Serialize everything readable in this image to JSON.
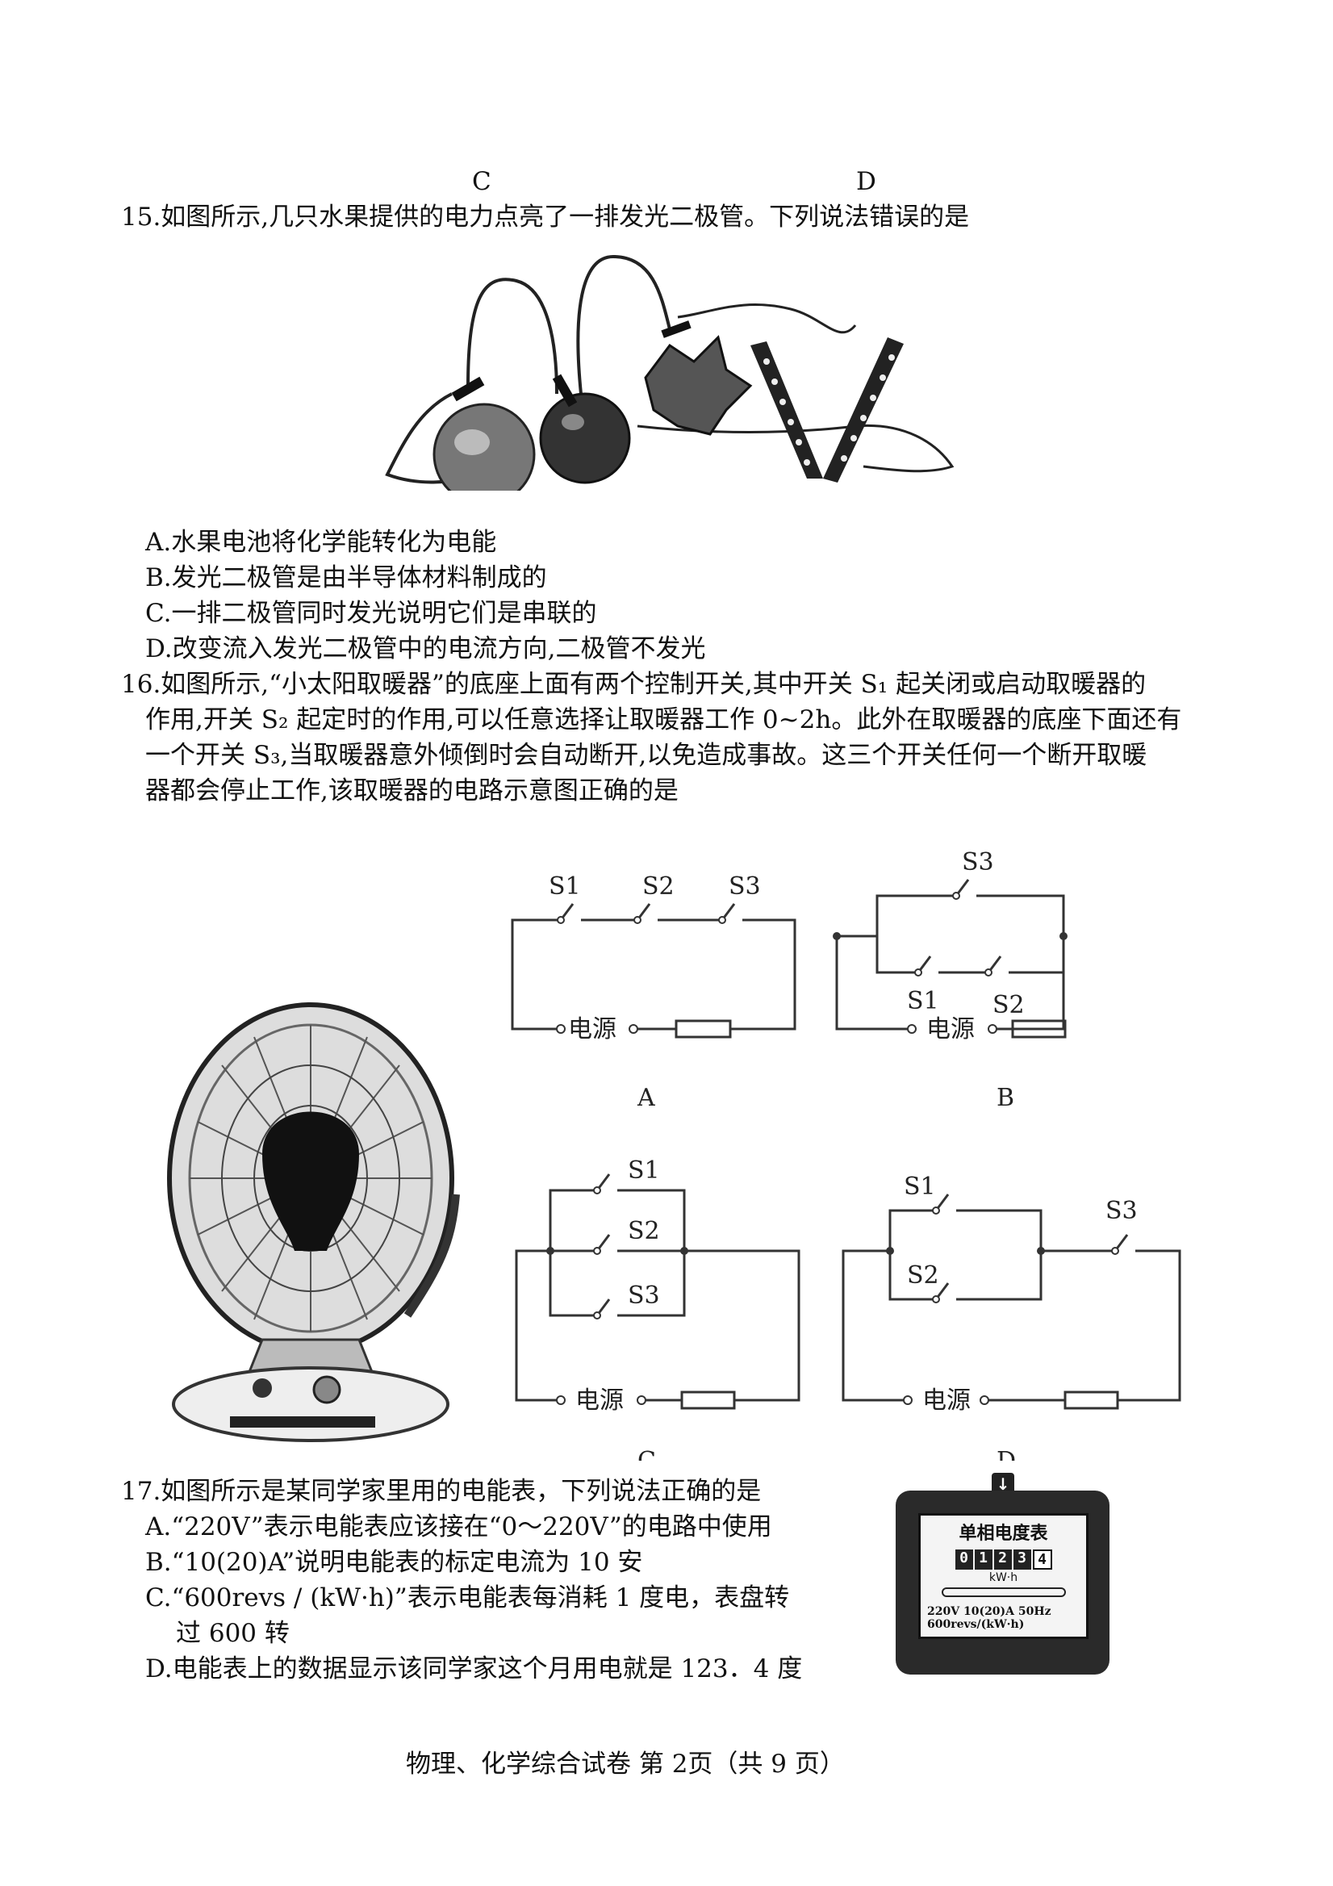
{
  "prev_labels": {
    "c": "C",
    "d": "D"
  },
  "q15": {
    "stem": "15.如图所示,几只水果提供的电力点亮了一排发光二极管。下列说法错误的是",
    "options": [
      "A.水果电池将化学能转化为电能",
      "B.发光二极管是由半导体材料制成的",
      "C.一排二极管同时发光说明它们是串联的",
      "D.改变流入发光二极管中的电流方向,二极管不发光"
    ]
  },
  "q16": {
    "lines": [
      "16.如图所示,“小太阳取暖器”的底座上面有两个控制开关,其中开关 S₁ 起关闭或启动取暖器的",
      "作用,开关 S₂ 起定时的作用,可以任意选择让取暖器工作 0~2h。此外在取暖器的底座下面还有",
      "一个开关 S₃,当取暖器意外倾倒时会自动断开,以免造成事故。这三个开关任何一个断开取暖",
      "器都会停止工作,该取暖器的电路示意图正确的是"
    ],
    "source_label": "电源",
    "switches": {
      "s1": "S1",
      "s2": "S2",
      "s3": "S3"
    },
    "circuit_labels": {
      "a": "A",
      "b": "B",
      "c": "C",
      "d": "D"
    }
  },
  "q17": {
    "stem": "17.如图所示是某同学家里用的电能表，下列说法正确的是",
    "options": [
      "A.“220V”表示电能表应该接在“0～220V”的电路中使用",
      "B.“10(20)A”说明电能表的标定电流为 10 安",
      "C.“600revs / (kW·h)”表示电能表每消耗 1 度电，表盘转",
      "过 600 转",
      "D.电能表上的数据显示该同学家这个月用电就是 123．4 度"
    ],
    "meter": {
      "title": "单相电度表",
      "digits": [
        "0",
        "1",
        "2",
        "3",
        "4"
      ],
      "unit": "kW·h",
      "spec": "220V 10(20)A 50Hz",
      "revs": "600revs/(kW·h)"
    }
  },
  "footer": "物理、化学综合试卷 第 2页（共 9 页）"
}
